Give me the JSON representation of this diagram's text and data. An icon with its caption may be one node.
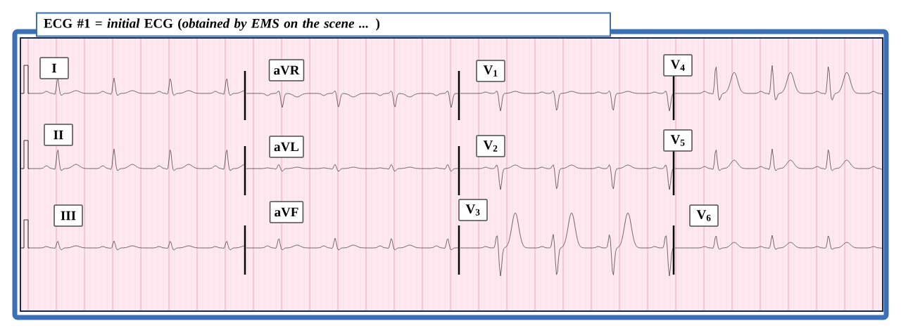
{
  "diagram": {
    "nodes": [
      {
        "text": [
          "ECG #1 = *initial* ECG (*obtained by EMS on the scene ...* )"
        ]
      },
      {
        "text": [
          "I"
        ]
      },
      {
        "text": [
          "aVR"
        ]
      },
      {
        "text": [
          "V$_{1}$"
        ]
      },
      {
        "text": [
          "V$_{4}$"
        ]
      },
      {
        "text": [
          "II"
        ]
      },
      {
        "text": [
          "aVL"
        ]
      },
      {
        "text": [
          "V$_{2}$"
        ]
      },
      {
        "text": [
          "V$_{5}$"
        ]
      },
      {
        "text": [
          "III"
        ]
      },
      {
        "text": [
          "aVF"
        ]
      },
      {
        "text": [
          "V$_{3}$"
        ]
      },
      {
        "text": [
          "V$_{6}$"
        ]
      }
    ]
  }
}
